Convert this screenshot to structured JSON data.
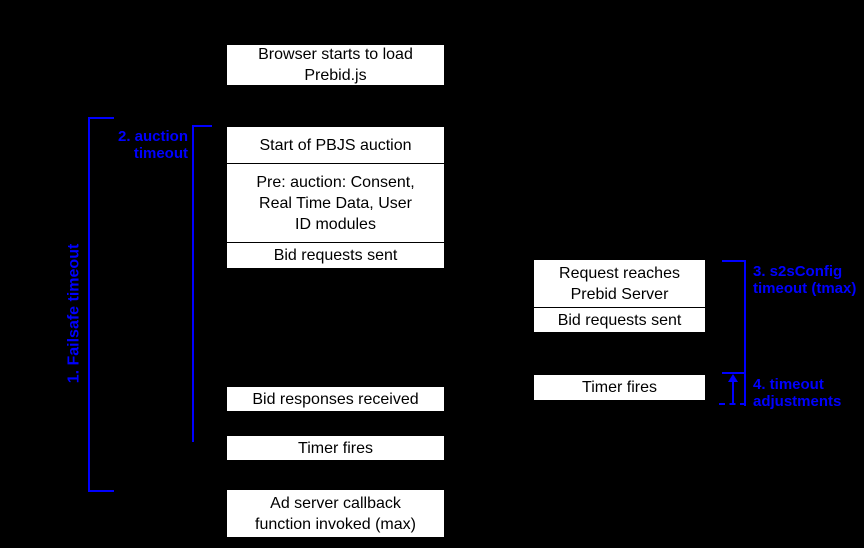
{
  "colors": {
    "background": "#000000",
    "box_fill": "#ffffff",
    "box_border": "#000000",
    "annotation_blue": "#0000ff"
  },
  "left_column": {
    "boxes": [
      {
        "id": "browser_load",
        "label": "Browser starts to load\nPrebid.js"
      },
      {
        "id": "auction_start",
        "label": "Start of PBJS auction"
      },
      {
        "id": "pre_auction",
        "label": "Pre: auction: Consent,\nReal Time Data, User\nID modules"
      },
      {
        "id": "bid_requests",
        "label": "Bid requests sent"
      },
      {
        "id": "bid_responses",
        "label": "Bid responses received"
      },
      {
        "id": "timer_fires",
        "label": "Timer fires"
      },
      {
        "id": "ad_server",
        "label": "Ad server callback\nfunction invoked (max)"
      }
    ]
  },
  "right_column": {
    "boxes": [
      {
        "id": "request_reaches",
        "label": "Request reaches\nPrebid Server"
      },
      {
        "id": "bid_requests",
        "label": "Bid requests sent"
      },
      {
        "id": "timer_fires",
        "label": "Timer fires"
      }
    ]
  },
  "annotations": {
    "failsafe_timeout": "1. Failsafe timeout",
    "auction_timeout": "2. auction\ntimeout",
    "s2s_timeout": "3. s2sConfig\ntimeout (tmax)",
    "timeout_adjustments": "4. timeout\nadjustments"
  }
}
